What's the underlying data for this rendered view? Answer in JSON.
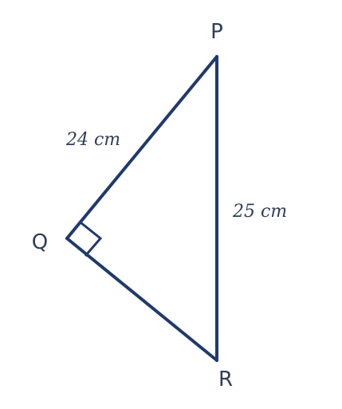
{
  "diagram": {
    "stroke_color": "#1f3a6b",
    "label_color": "#2f3e58",
    "vertices": {
      "P": "P",
      "Q": "Q",
      "R": "R"
    },
    "sides": {
      "PQ": "24 cm",
      "PR": "25 cm"
    },
    "right_angle_at": "Q"
  }
}
